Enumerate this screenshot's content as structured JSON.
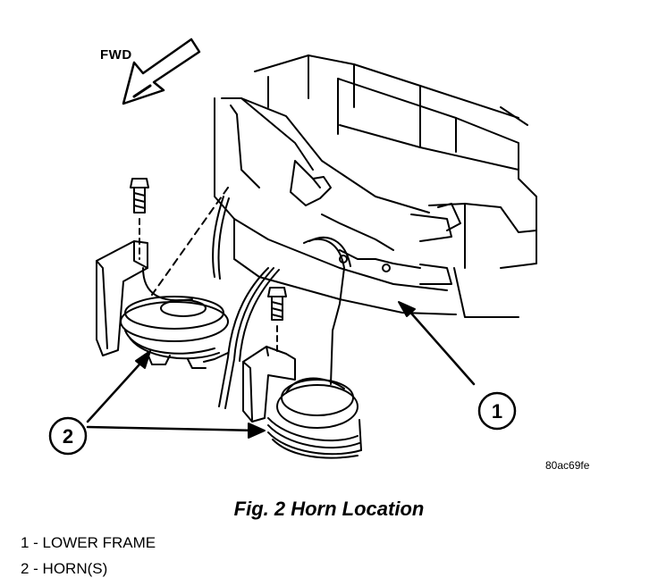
{
  "direction_label": "FWD",
  "callouts": [
    "1",
    "2"
  ],
  "figure_code": "80ac69fe",
  "caption": "Fig. 2 Horn Location",
  "legend": [
    {
      "text": "1 - LOWER FRAME"
    },
    {
      "text": "2 - HORN(S)"
    }
  ]
}
